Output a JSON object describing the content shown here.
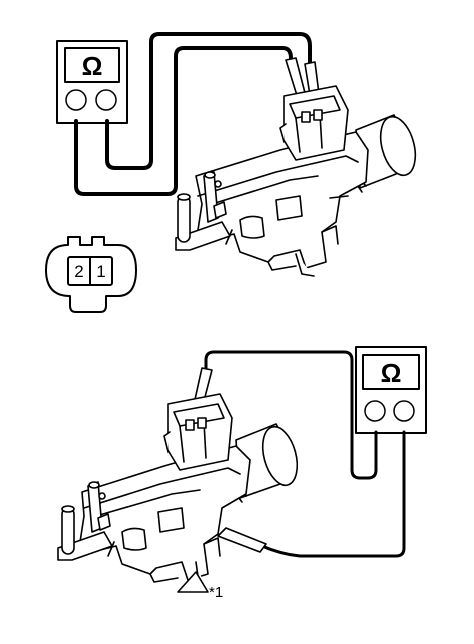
{
  "figure": {
    "top": {
      "meter_symbol": "Ω"
    },
    "connector": {
      "pin_left": "2",
      "pin_right": "1"
    },
    "bottom": {
      "meter_symbol": "Ω",
      "callout": "*1"
    }
  },
  "colors": {
    "line": "#000000",
    "background": "#ffffff"
  }
}
